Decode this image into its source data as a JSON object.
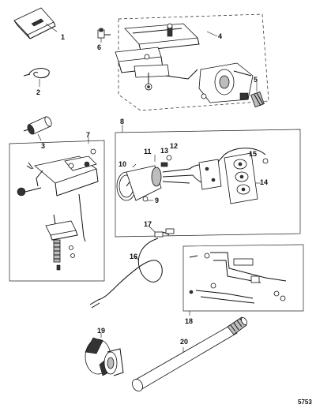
{
  "callouts": [
    "1",
    "2",
    "3",
    "4",
    "5",
    "6",
    "7",
    "8",
    "9",
    "10",
    "11",
    "12",
    "13",
    "14",
    "15",
    "16",
    "17",
    "18",
    "19",
    "20"
  ],
  "figure_number": "5753",
  "icons": [
    "decal-icon",
    "wire-clip-icon",
    "fuse-holder-icon",
    "remote-control-bracket-icon",
    "cable-guide-icon",
    "throttle-linkage-icon",
    "tachometer-icon",
    "wire-harness-icon",
    "ignition-coil-bracket-icon",
    "shift-linkage-icon",
    "wire-lead-icon",
    "gear-hub-icon",
    "drive-shaft-icon"
  ]
}
